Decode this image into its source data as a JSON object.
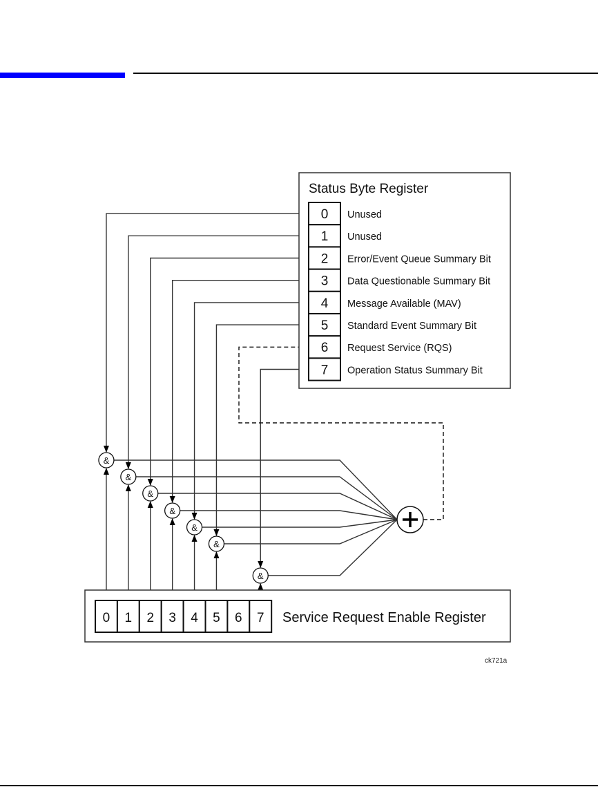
{
  "page": {
    "accent_color": "#0000ff",
    "figure_id": "ck721a"
  },
  "status_byte_register": {
    "title": "Status Byte Register",
    "bits": [
      {
        "bit": "0",
        "label": "Unused"
      },
      {
        "bit": "1",
        "label": "Unused"
      },
      {
        "bit": "2",
        "label": "Error/Event Queue Summary Bit"
      },
      {
        "bit": "3",
        "label": "Data Questionable Summary Bit"
      },
      {
        "bit": "4",
        "label": "Message Available (MAV)"
      },
      {
        "bit": "5",
        "label": "Standard Event Summary Bit"
      },
      {
        "bit": "6",
        "label": "Request Service (RQS)"
      },
      {
        "bit": "7",
        "label": "Operation Status Summary Bit"
      }
    ]
  },
  "service_request_enable_register": {
    "title": "Service Request Enable Register",
    "bits": [
      "0",
      "1",
      "2",
      "3",
      "4",
      "5",
      "6",
      "7"
    ]
  },
  "logic": {
    "and_symbol": "&",
    "or_symbol": "+",
    "and_gate_bits": [
      "0",
      "1",
      "2",
      "3",
      "4",
      "5",
      "7"
    ],
    "feedback_target_bit": "6"
  }
}
